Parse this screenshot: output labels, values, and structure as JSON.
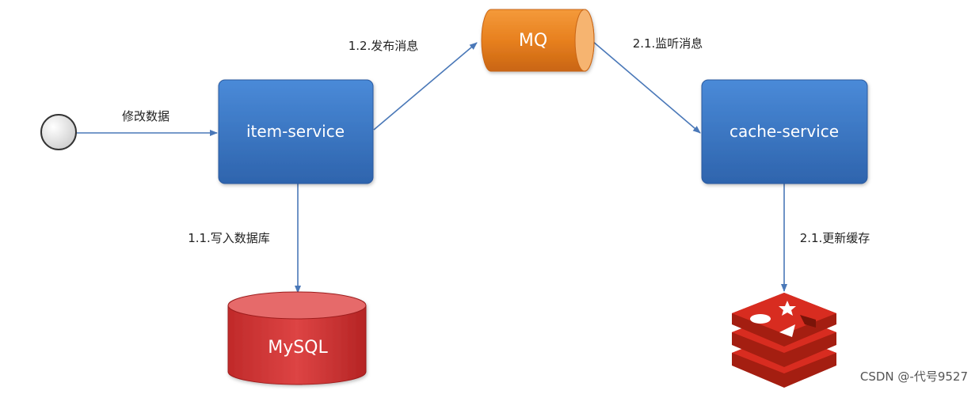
{
  "nodes": {
    "start": {
      "label": ""
    },
    "item_service": {
      "label": "item-service",
      "color": "#3a78c4"
    },
    "cache_service": {
      "label": "cache-service",
      "color": "#3a78c4"
    },
    "mq": {
      "label": "MQ",
      "color": "#e87d1e"
    },
    "mysql": {
      "label": "MySQL",
      "color": "#d43a3a"
    },
    "redis": {
      "label": "",
      "color": "#cc2f2f"
    }
  },
  "edges": {
    "modify_data": {
      "label": "修改数据"
    },
    "publish_message": {
      "label": "1.2.发布消息"
    },
    "listen_message": {
      "label": "2.1.监听消息"
    },
    "write_database": {
      "label": "1.1.写入数据库"
    },
    "update_cache": {
      "label": "2.1.更新缓存"
    }
  },
  "watermark": {
    "text": "CSDN @-代号9527"
  }
}
